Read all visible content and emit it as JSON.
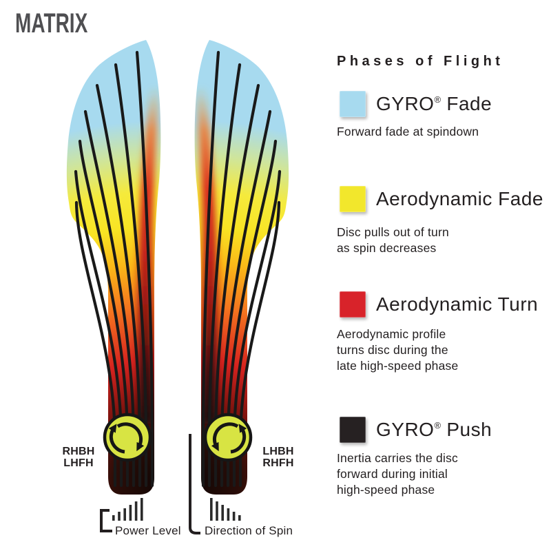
{
  "title": "MATRIX",
  "title_color": "#4f4f52",
  "legend": {
    "heading": "Phases of Flight",
    "items": [
      {
        "title_pre": "GYRO",
        "title_reg": "®",
        "title_post": " Fade",
        "color": "#a7daef",
        "description": "Forward fade at spindown"
      },
      {
        "title_pre": "Aerodynamic Fade",
        "title_reg": "",
        "title_post": "",
        "color": "#f2e72c",
        "description": "Disc pulls out of turn\nas spin decreases"
      },
      {
        "title_pre": "Aerodynamic Turn",
        "title_reg": "",
        "title_post": "",
        "color": "#d8232a",
        "description": "Aerodynamic profile\nturns disc during the\nlate high-speed phase"
      },
      {
        "title_pre": "GYRO",
        "title_reg": "®",
        "title_post": " Push",
        "color": "#262122",
        "description": "Inertia carries the disc\nforward during initial\nhigh-speed phase"
      }
    ]
  },
  "flight_diagram": {
    "left_spin_label": "RHBH\nLHFH",
    "right_spin_label": "LHBH\nRHFH",
    "power_level_label": "Power Level",
    "direction_of_spin_label": "Direction of Spin",
    "spin_circle_color": "#d8e443",
    "phase_colors": {
      "gyro_fade": "#a7daef",
      "aerodynamic_fade": "#f2e72c",
      "aerodynamic_turn": "#d8232a",
      "gyro_push": "#262122"
    }
  }
}
